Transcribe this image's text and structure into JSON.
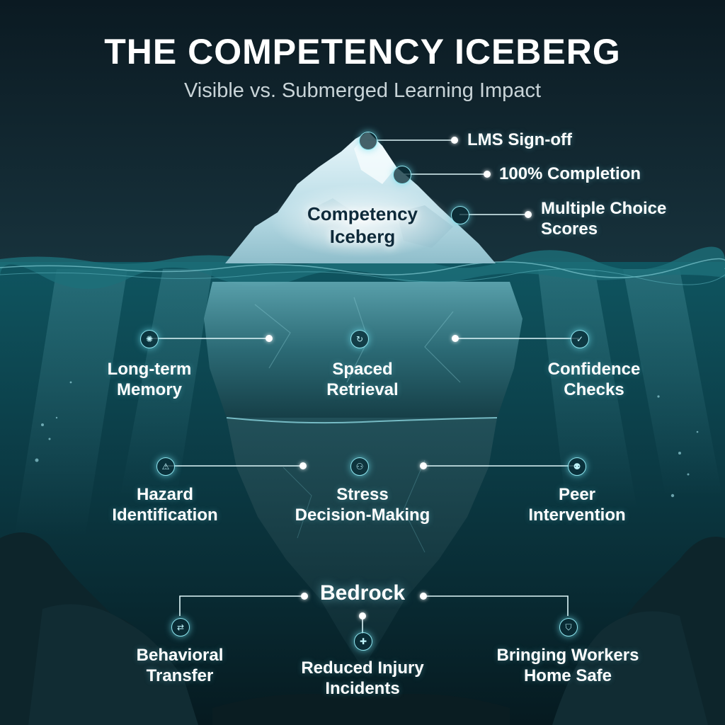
{
  "title": "THE COMPETENCY ICEBERG",
  "subtitle": "Visible vs. Submerged Learning Impact",
  "iceberg_label": [
    "Competency",
    "Iceberg"
  ],
  "visible_items": [
    {
      "label": [
        "LMS Sign-off"
      ]
    },
    {
      "label": [
        "100% Completion"
      ]
    },
    {
      "label": [
        "Multiple Choice",
        "Scores"
      ]
    }
  ],
  "submerged_layer_1": [
    {
      "label": [
        "Long-term",
        "Memory"
      ],
      "icon": "brain-icon"
    },
    {
      "label": [
        "Spaced",
        "Retrieval"
      ],
      "icon": "refresh-icon"
    },
    {
      "label": [
        "Confidence",
        "Checks"
      ],
      "icon": "check-circle-icon"
    }
  ],
  "submerged_layer_2": [
    {
      "label": [
        "Hazard",
        "Identification"
      ],
      "icon": "warning-triangle-icon"
    },
    {
      "label": [
        "Stress",
        "Decision-Making"
      ],
      "icon": "team-decision-icon"
    },
    {
      "label": [
        "Peer",
        "Intervention"
      ],
      "icon": "people-icon"
    }
  ],
  "bedrock": {
    "title": "Bedrock",
    "items": [
      {
        "label": [
          "Behavioral",
          "Transfer"
        ],
        "icon": "transfer-icon"
      },
      {
        "label": [
          "Reduced Injury",
          "Incidents"
        ],
        "icon": "bandage-icon"
      },
      {
        "label": [
          "Bringing Workers",
          "Home Safe"
        ],
        "icon": "shield-check-icon"
      }
    ]
  },
  "colors": {
    "background": "#0b1c24",
    "water": "#0f5560",
    "accent_glow": "#8fe6f0",
    "text": "#ffffff"
  }
}
